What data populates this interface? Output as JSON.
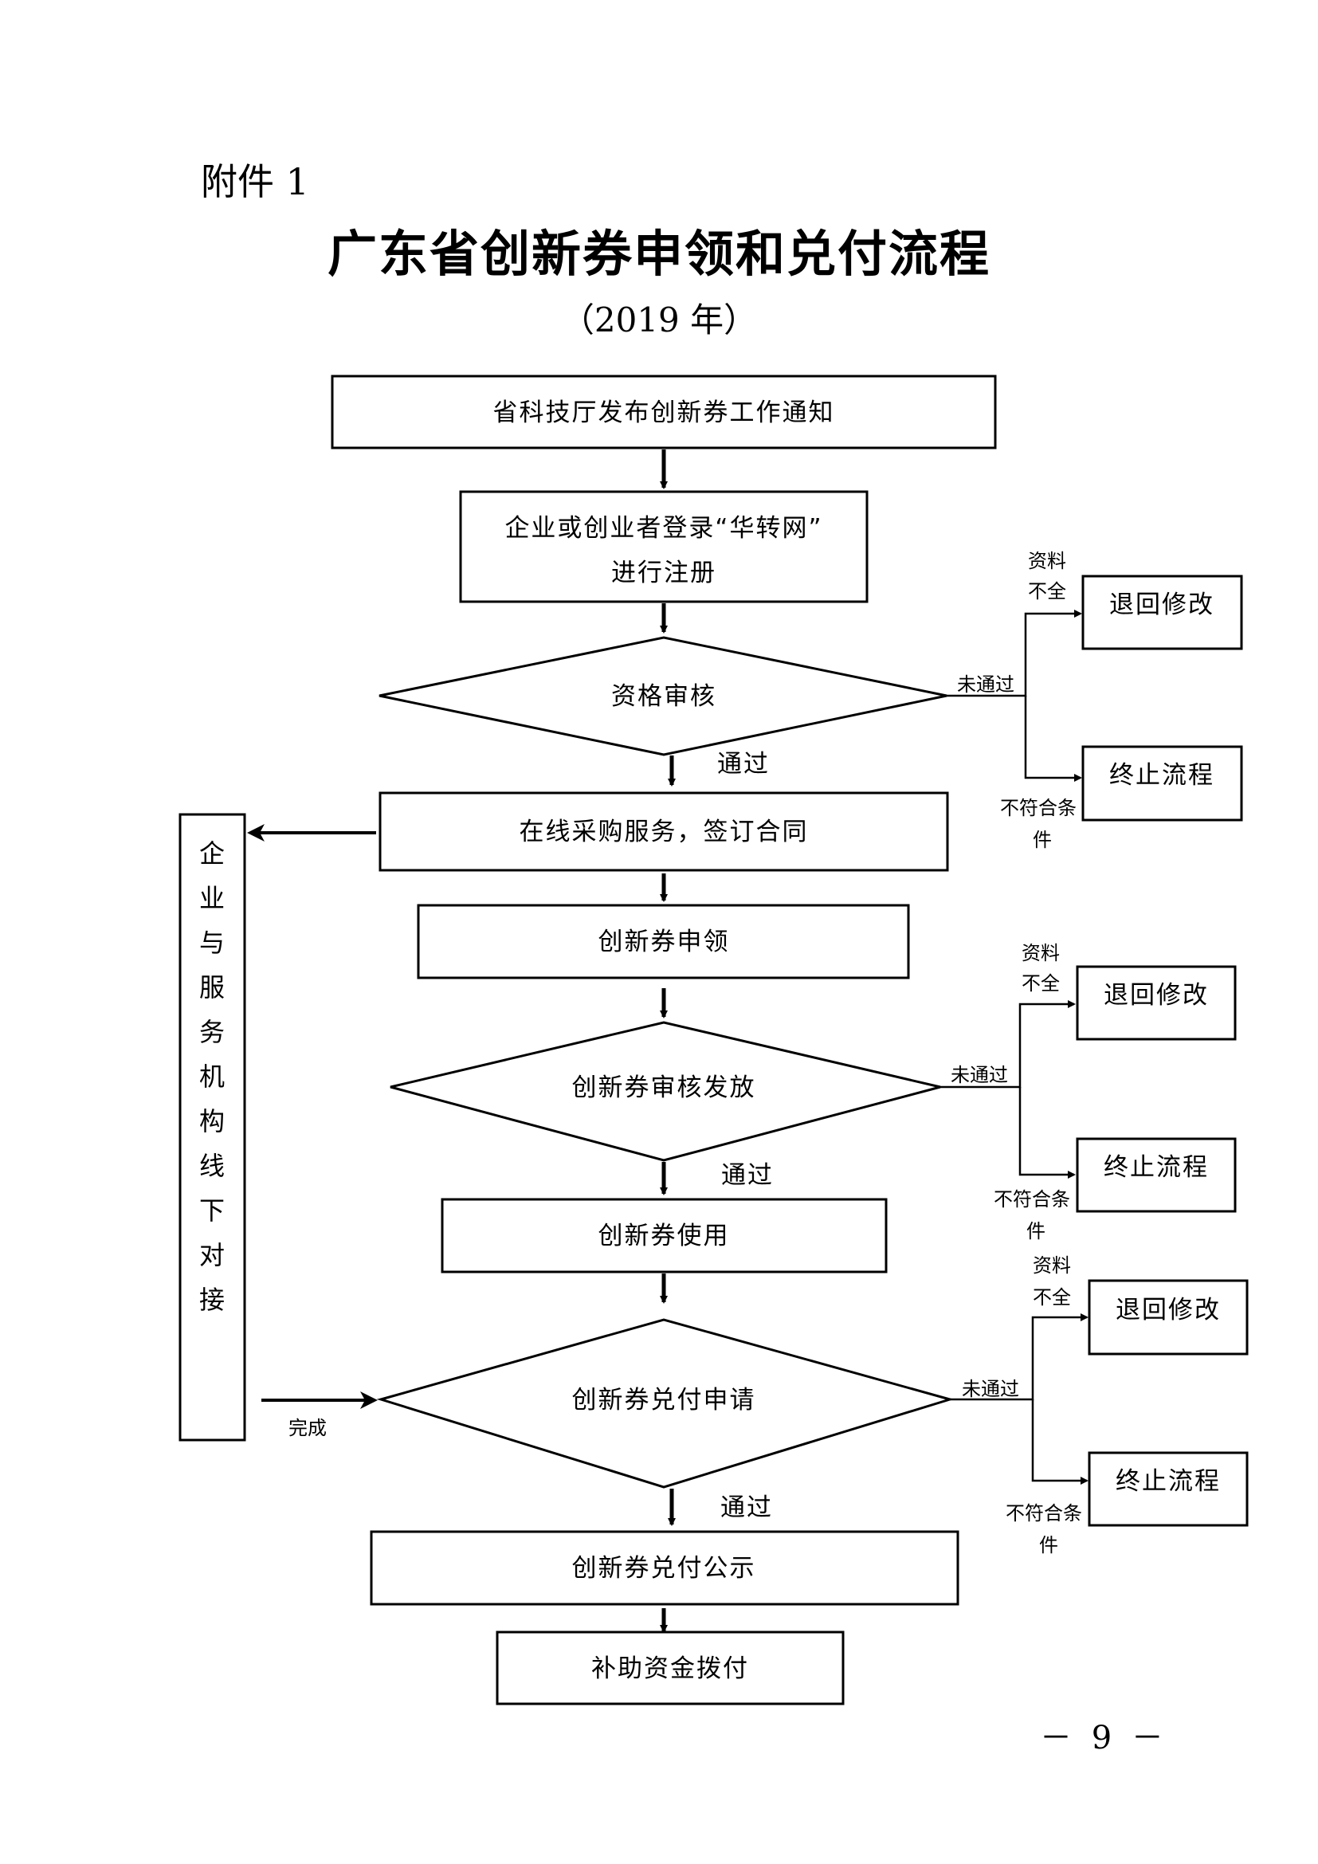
{
  "attachment_label": "附件 1",
  "title": "广东省创新券申领和兑付流程",
  "year": "（2019 年）",
  "page_number": "－ 9 －",
  "steps": {
    "notice": "省科技厅发布创新券工作通知",
    "register_line1": "企业或创业者登录“华转网”",
    "register_line2": "进行注册",
    "qualification_review": "资格审核",
    "online_purchase": "在线采购服务，签订合同",
    "voucher_apply": "创新券申领",
    "review_issue": "创新券审核发放",
    "voucher_use": "创新券使用",
    "redeem_apply": "创新券兑付申请",
    "redeem_public": "创新券兑付公示",
    "funds_payment": "补助资金拨付"
  },
  "branch": {
    "not_passed": "未通过",
    "passed": "通过",
    "incomplete_line1": "资料",
    "incomplete_line2": "不全",
    "ineligible_line1": "不符合条",
    "ineligible_line2": "件",
    "return_modify": "退回修改",
    "terminate": "终止流程",
    "complete": "完成"
  },
  "side_box": {
    "chars": [
      "企",
      "业",
      "与",
      "服",
      "务",
      "机",
      "构",
      "线",
      "下",
      "对",
      "接"
    ]
  }
}
